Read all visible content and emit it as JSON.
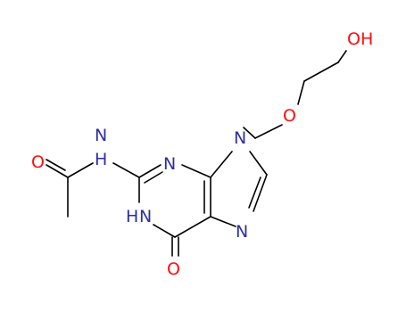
{
  "molecule": {
    "atoms": {
      "acetyl_oxygen": "O",
      "amide_nh": "N",
      "amide_h": "H",
      "n3": "N",
      "n9": "N",
      "n7": "N",
      "n1": "N",
      "n1_h": "H",
      "c6_oxygen": "O",
      "ether_oxygen": "O",
      "hydroxyl": "OH"
    },
    "colors": {
      "bond": "#000000",
      "nitrogen": "#2e2ea0",
      "oxygen": "#ff0d0d"
    }
  }
}
